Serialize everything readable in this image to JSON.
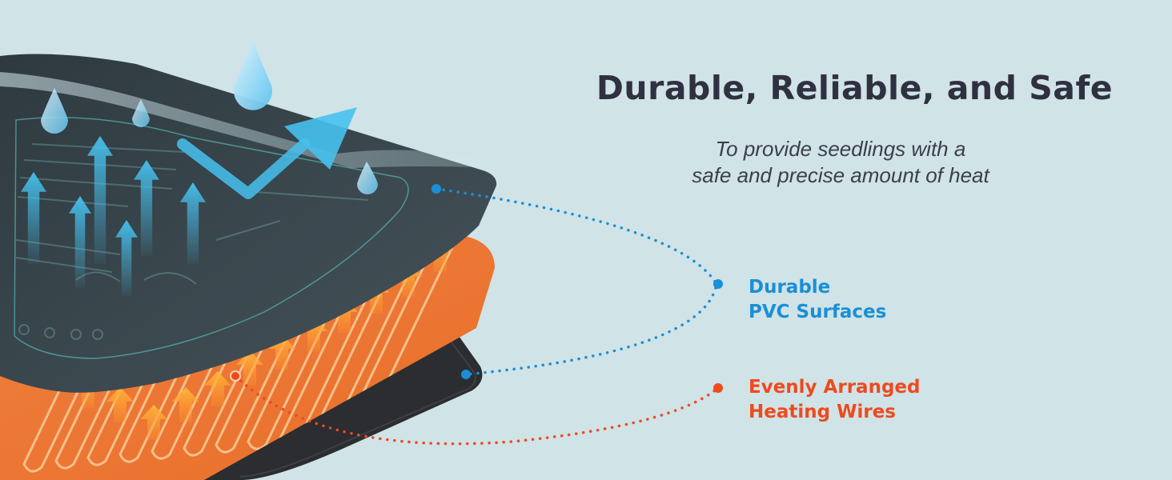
{
  "headline": "Durable, Reliable, and Safe",
  "subheadline": {
    "line1": "To provide seedlings with a",
    "line2": "safe and precise amount of heat"
  },
  "callouts": {
    "pvc": {
      "line1": "Durable",
      "line2": "PVC Surfaces",
      "color": "#1a8fd6"
    },
    "wires": {
      "line1": "Evenly Arranged",
      "line2": "Heating Wires",
      "color": "#ee4a1e"
    }
  },
  "colors": {
    "background": "#d0e3e7",
    "heading": "#2f3140",
    "pvc_layer": "#3a4448",
    "heating_layer": "#ee7a35",
    "base_layer": "#2b2d30",
    "arrow_blue": "#4cc2ea",
    "arrow_orange": "#ffa22e"
  },
  "icons": [
    "water-drop-icon",
    "trend-up-arrow-icon",
    "heat-up-arrow-icon"
  ]
}
